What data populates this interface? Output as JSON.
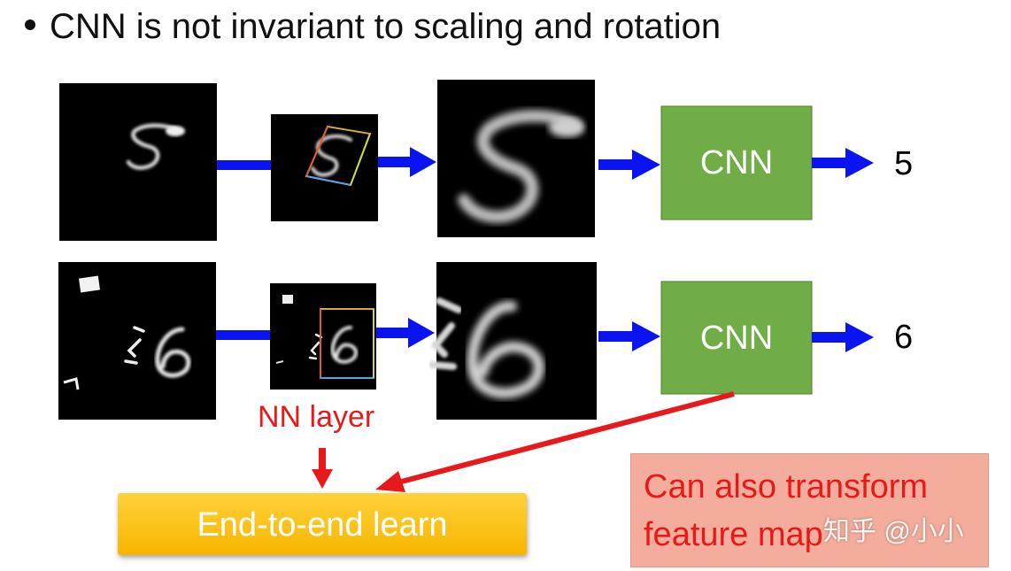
{
  "title": "CNN is not invariant to scaling and rotation",
  "rows": [
    {
      "digit": "5",
      "cnn_label": "CNN",
      "output": "5"
    },
    {
      "digit": "6",
      "cnn_label": "CNN",
      "output": "6"
    }
  ],
  "nn_layer_label": "NN layer",
  "end_to_end_label": "End-to-end learn",
  "note": {
    "line1": "Can also transform",
    "line2": "feature map"
  },
  "watermark": "知乎 @小小",
  "colors": {
    "arrow_blue": "#0a14f0",
    "cnn_green": "#70ad47",
    "arrow_red": "#e8191a",
    "label_red": "#e8191a",
    "end_to_end_yellow": "#f7b500",
    "note_salmon": "#f4ad9d"
  }
}
